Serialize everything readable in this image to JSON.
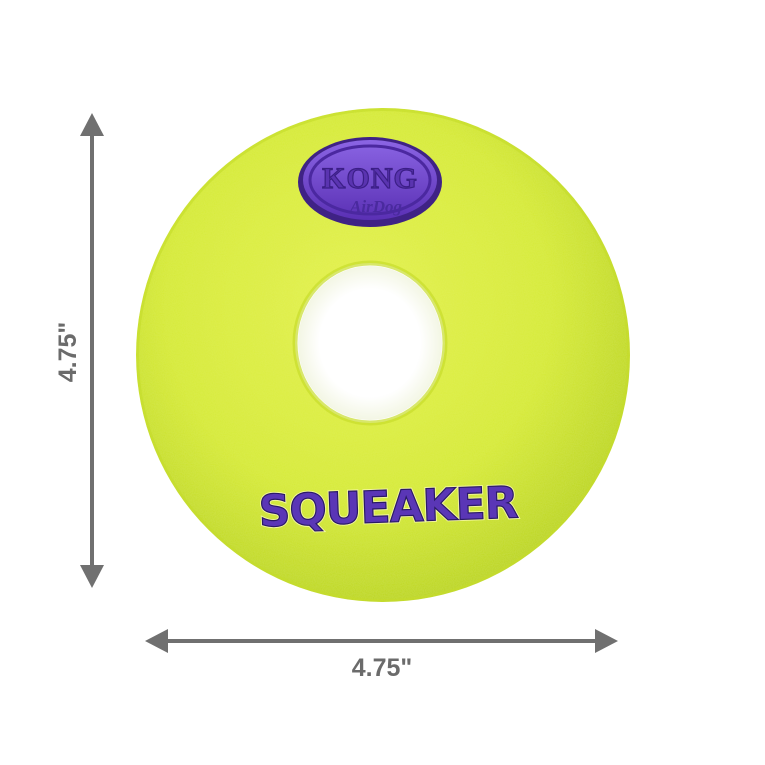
{
  "dimensions": {
    "height_label": "4.75\"",
    "width_label": "4.75\""
  },
  "product": {
    "name_icon": "ring-toy-image",
    "badge": {
      "brand": "KONG",
      "subbrand": "AirDog"
    },
    "side_text": "SQUEAKER"
  },
  "colors": {
    "background": "#ffffff",
    "ring": "#d9ec3a",
    "ring_shade": "#b8d31f",
    "badge": "#6a3fc4",
    "badge_dark": "#3f2285",
    "badge_light": "#8a63e0",
    "arrow": "#707070",
    "label": "#6b6b6b",
    "text_fill": "#5a36b6",
    "text_outline": "#f4f7a0"
  }
}
